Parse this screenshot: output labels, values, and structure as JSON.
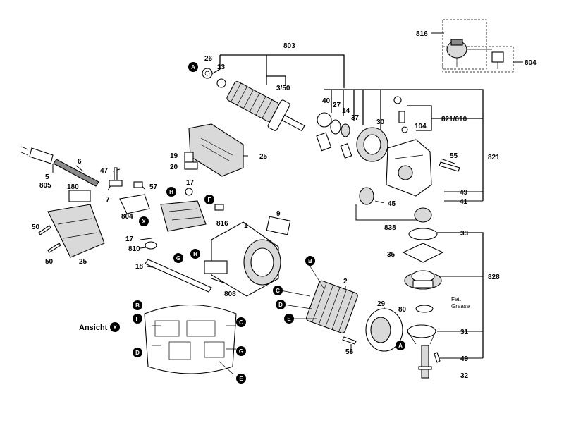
{
  "labels": {
    "l803": "803",
    "l26": "26",
    "l13": "13",
    "l3_50": "3/50",
    "l40": "40",
    "l27": "27",
    "l14": "14",
    "l37": "37",
    "l30": "30",
    "l816_top": "816",
    "l804_top": "804",
    "l821_010": "821/010",
    "l104": "104",
    "l821": "821",
    "l55": "55",
    "l49_a": "49",
    "l41": "41",
    "l45": "45",
    "l838": "838",
    "l33": "33",
    "l35": "35",
    "l828": "828",
    "l80": "80",
    "fett": "Fett",
    "grease": "Grease",
    "l31": "31",
    "l49_b": "49",
    "l32": "32",
    "l25_a": "25",
    "l19": "19",
    "l20": "20",
    "l5": "5",
    "l6": "6",
    "l805": "805",
    "l47": "47",
    "l7": "7",
    "l17_a": "17",
    "l57": "57",
    "l180": "180",
    "l804_mid": "804",
    "l816_mid": "816",
    "l9": "9",
    "l1": "1",
    "l50_a": "50",
    "l50_b": "50",
    "l25_b": "25",
    "l17_b": "17",
    "l810": "810",
    "l18": "18",
    "l808": "808",
    "l2": "2",
    "l29": "29",
    "l56": "56",
    "ansicht": "Ansicht"
  },
  "markers": {
    "A_top": "A",
    "A_bottom": "A",
    "H_mid": "H",
    "H_lower": "H",
    "F_mid": "F",
    "X_mid": "X",
    "G_mid": "G",
    "B_right": "B",
    "C_right": "C",
    "D_right": "D",
    "E_right": "E",
    "B_view": "B",
    "F_view": "F",
    "D_view": "D",
    "C_view": "C",
    "G_view": "G",
    "E_view": "E",
    "X_view": "X"
  }
}
